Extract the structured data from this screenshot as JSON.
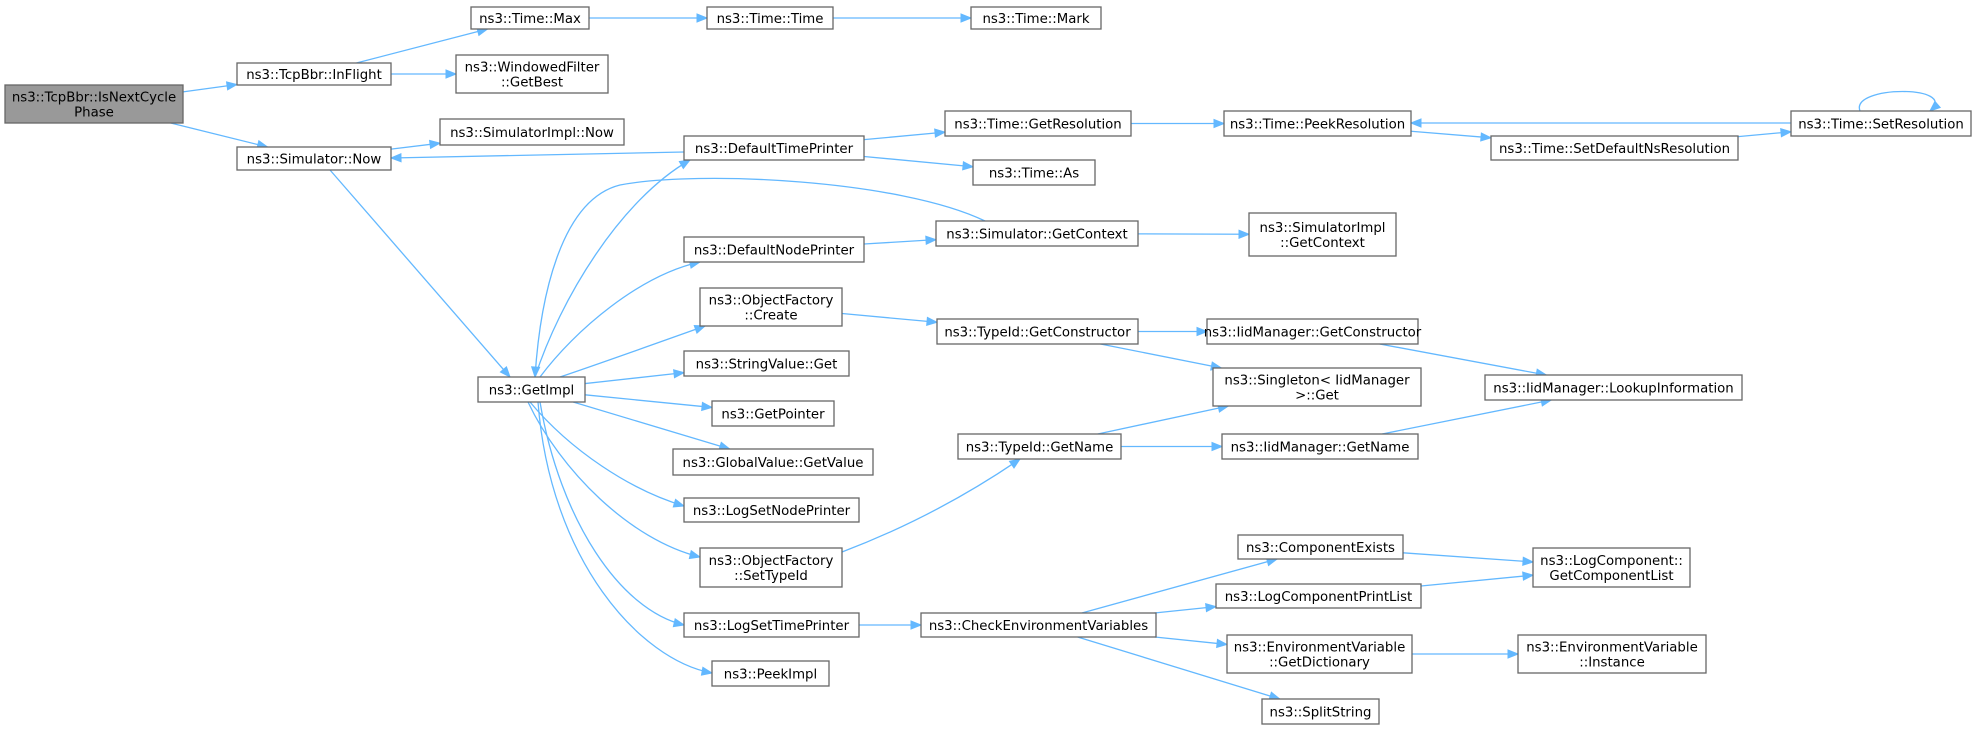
{
  "diagram": {
    "title": "",
    "colors": {
      "edge": "#63b8ff",
      "node_border": "#666666",
      "root_fill": "#999999",
      "node_fill": "#ffffff"
    },
    "nodes": [
      {
        "id": "n0",
        "lines": [
          "ns3::TcpBbr::IsNextCycle",
          "Phase"
        ],
        "root": true
      },
      {
        "id": "n1",
        "lines": [
          "ns3::TcpBbr::InFlight"
        ]
      },
      {
        "id": "n2",
        "lines": [
          "ns3::Time::Max"
        ]
      },
      {
        "id": "n3",
        "lines": [
          "ns3::Time::Time"
        ]
      },
      {
        "id": "n4",
        "lines": [
          "ns3::Time::Mark"
        ]
      },
      {
        "id": "n5",
        "lines": [
          "ns3::WindowedFilter",
          "::GetBest"
        ]
      },
      {
        "id": "n6",
        "lines": [
          "ns3::Simulator::Now"
        ]
      },
      {
        "id": "n7",
        "lines": [
          "ns3::SimulatorImpl::Now"
        ]
      },
      {
        "id": "n8",
        "lines": [
          "ns3::GetImpl"
        ]
      },
      {
        "id": "n9",
        "lines": [
          "ns3::DefaultTimePrinter"
        ]
      },
      {
        "id": "n10",
        "lines": [
          "ns3::Time::GetResolution"
        ]
      },
      {
        "id": "n11",
        "lines": [
          "ns3::Time::PeekResolution"
        ]
      },
      {
        "id": "n12",
        "lines": [
          "ns3::Time::As"
        ]
      },
      {
        "id": "n13",
        "lines": [
          "ns3::Time::SetDefaultNsResolution"
        ]
      },
      {
        "id": "n14",
        "lines": [
          "ns3::Time::SetResolution"
        ]
      },
      {
        "id": "n15",
        "lines": [
          "ns3::DefaultNodePrinter"
        ]
      },
      {
        "id": "n16",
        "lines": [
          "ns3::Simulator::GetContext"
        ]
      },
      {
        "id": "n17",
        "lines": [
          "ns3::SimulatorImpl",
          "::GetContext"
        ]
      },
      {
        "id": "n18",
        "lines": [
          "ns3::ObjectFactory",
          "::Create"
        ]
      },
      {
        "id": "n19",
        "lines": [
          "ns3::TypeId::GetConstructor"
        ]
      },
      {
        "id": "n20",
        "lines": [
          "ns3::IidManager::GetConstructor"
        ]
      },
      {
        "id": "n21",
        "lines": [
          "ns3::Singleton< IidManager",
          " >::Get"
        ]
      },
      {
        "id": "n22",
        "lines": [
          "ns3::IidManager::LookupInformation"
        ]
      },
      {
        "id": "n23",
        "lines": [
          "ns3::StringValue::Get"
        ]
      },
      {
        "id": "n24",
        "lines": [
          "ns3::GetPointer"
        ]
      },
      {
        "id": "n25",
        "lines": [
          "ns3::GlobalValue::GetValue"
        ]
      },
      {
        "id": "n26",
        "lines": [
          "ns3::TypeId::GetName"
        ]
      },
      {
        "id": "n27",
        "lines": [
          "ns3::IidManager::GetName"
        ]
      },
      {
        "id": "n28",
        "lines": [
          "ns3::LogSetNodePrinter"
        ]
      },
      {
        "id": "n29",
        "lines": [
          "ns3::ObjectFactory",
          "::SetTypeId"
        ]
      },
      {
        "id": "n30",
        "lines": [
          "ns3::ComponentExists"
        ]
      },
      {
        "id": "n31",
        "lines": [
          "ns3::LogComponent::",
          "GetComponentList"
        ]
      },
      {
        "id": "n32",
        "lines": [
          "ns3::LogComponentPrintList"
        ]
      },
      {
        "id": "n33",
        "lines": [
          "ns3::LogSetTimePrinter"
        ]
      },
      {
        "id": "n34",
        "lines": [
          "ns3::CheckEnvironmentVariables"
        ]
      },
      {
        "id": "n35",
        "lines": [
          "ns3::EnvironmentVariable",
          "::GetDictionary"
        ]
      },
      {
        "id": "n36",
        "lines": [
          "ns3::EnvironmentVariable",
          "::Instance"
        ]
      },
      {
        "id": "n37",
        "lines": [
          "ns3::PeekImpl"
        ]
      },
      {
        "id": "n38",
        "lines": [
          "ns3::SplitString"
        ]
      }
    ],
    "edges": [
      [
        "n0",
        "n1"
      ],
      [
        "n0",
        "n6"
      ],
      [
        "n1",
        "n2"
      ],
      [
        "n1",
        "n5"
      ],
      [
        "n2",
        "n3"
      ],
      [
        "n3",
        "n4"
      ],
      [
        "n6",
        "n7"
      ],
      [
        "n6",
        "n8"
      ],
      [
        "n8",
        "n9"
      ],
      [
        "n8",
        "n15"
      ],
      [
        "n8",
        "n18"
      ],
      [
        "n8",
        "n23"
      ],
      [
        "n8",
        "n24"
      ],
      [
        "n8",
        "n25"
      ],
      [
        "n8",
        "n28"
      ],
      [
        "n8",
        "n29"
      ],
      [
        "n8",
        "n33"
      ],
      [
        "n8",
        "n37"
      ],
      [
        "n9",
        "n6"
      ],
      [
        "n9",
        "n10"
      ],
      [
        "n9",
        "n12"
      ],
      [
        "n10",
        "n11"
      ],
      [
        "n11",
        "n13"
      ],
      [
        "n13",
        "n14"
      ],
      [
        "n14",
        "n11"
      ],
      [
        "n14",
        "n14"
      ],
      [
        "n15",
        "n16"
      ],
      [
        "n16",
        "n8"
      ],
      [
        "n16",
        "n17"
      ],
      [
        "n18",
        "n19"
      ],
      [
        "n19",
        "n20"
      ],
      [
        "n19",
        "n21"
      ],
      [
        "n20",
        "n22"
      ],
      [
        "n26",
        "n21"
      ],
      [
        "n26",
        "n27"
      ],
      [
        "n27",
        "n22"
      ],
      [
        "n29",
        "n26"
      ],
      [
        "n33",
        "n34"
      ],
      [
        "n34",
        "n30"
      ],
      [
        "n34",
        "n32"
      ],
      [
        "n34",
        "n35"
      ],
      [
        "n34",
        "n38"
      ],
      [
        "n30",
        "n31"
      ],
      [
        "n32",
        "n31"
      ],
      [
        "n35",
        "n36"
      ]
    ]
  }
}
